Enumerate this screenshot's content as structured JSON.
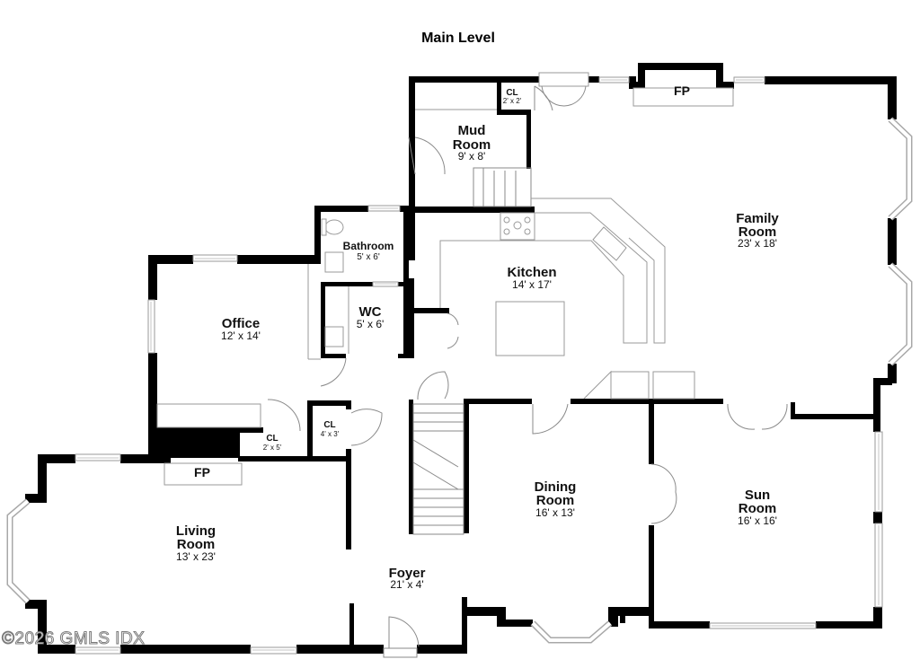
{
  "title": "Main Level",
  "watermark": "©2026 GMLS IDX",
  "colors": {
    "wall": "#000000",
    "fixture": "#9a9a9a",
    "background": "#ffffff"
  },
  "rooms": {
    "mud_room": {
      "name_line1": "Mud",
      "name_line2": "Room",
      "dims": "9' x 8'"
    },
    "cl_mud": {
      "name": "CL",
      "dims": "2' x 2'"
    },
    "family_room": {
      "name_line1": "Family",
      "name_line2": "Room",
      "dims": "23' x 18'"
    },
    "bathroom": {
      "name": "Bathroom",
      "dims": "5' x 6'"
    },
    "kitchen": {
      "name": "Kitchen",
      "dims": "14' x 17'"
    },
    "wc": {
      "name": "WC",
      "dims": "5' x 6'"
    },
    "office": {
      "name": "Office",
      "dims": "12' x 14'"
    },
    "cl_office": {
      "name": "CL",
      "dims": "2' x 5'"
    },
    "cl_hall": {
      "name": "CL",
      "dims": "4' x 3'"
    },
    "living_room": {
      "name_line1": "Living",
      "name_line2": "Room",
      "dims": "13' x 23'"
    },
    "dining_room": {
      "name_line1": "Dining",
      "name_line2": "Room",
      "dims": "16' x 13'"
    },
    "sun_room": {
      "name_line1": "Sun",
      "name_line2": "Room",
      "dims": "16' x 16'"
    },
    "foyer": {
      "name": "Foyer",
      "dims": "21' x 4'"
    }
  },
  "fireplaces": {
    "family": "FP",
    "living": "FP"
  }
}
